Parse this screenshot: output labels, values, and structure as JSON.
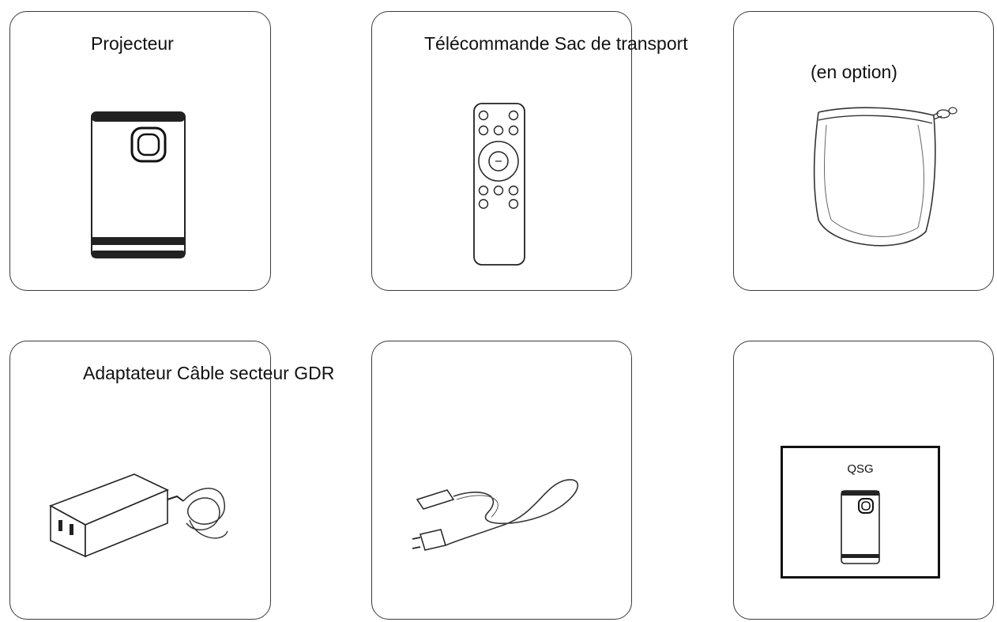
{
  "items": [
    {
      "id": "projector",
      "label": "Projecteur"
    },
    {
      "id": "remote-bag",
      "label": "Télécommande Sac de transport"
    },
    {
      "id": "bag-optional",
      "label": "(en option)"
    },
    {
      "id": "adapter-cable",
      "label": "Adaptateur Câble secteur GDR"
    },
    {
      "id": "power-cable",
      "label": ""
    },
    {
      "id": "qsg",
      "label": "QSG"
    }
  ]
}
